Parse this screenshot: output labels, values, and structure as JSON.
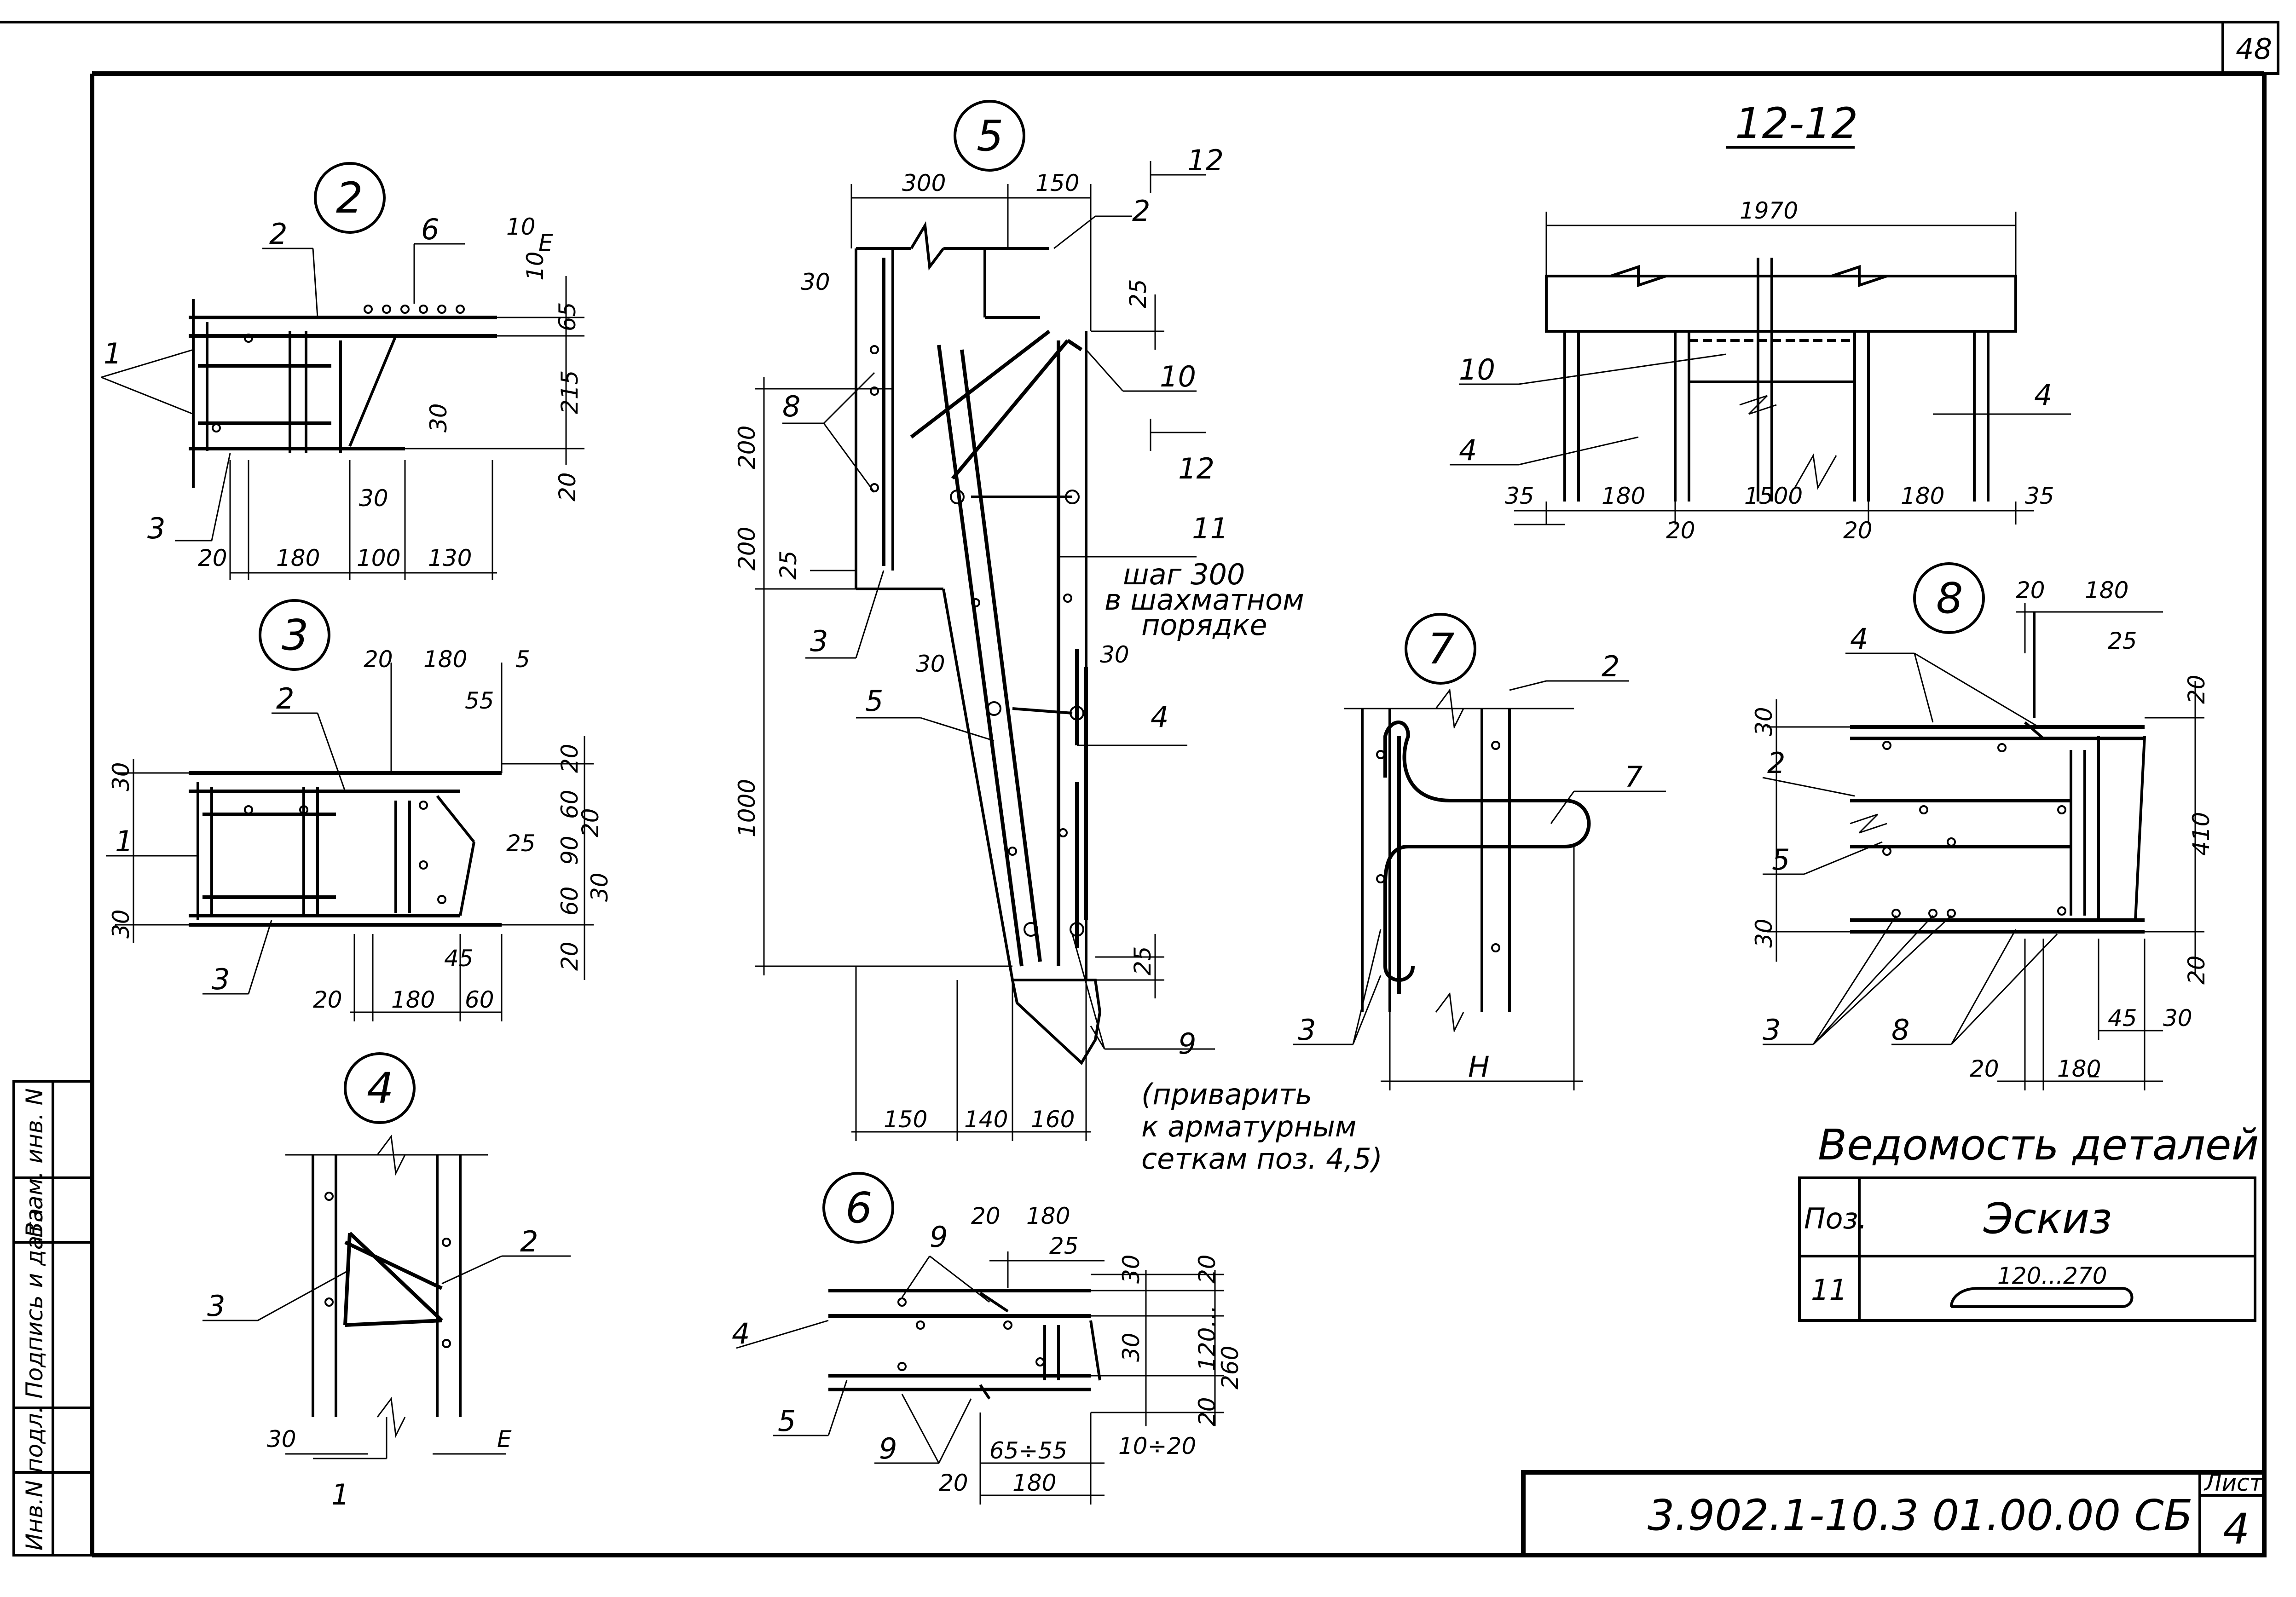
{
  "sheet": {
    "page_number_top": "48",
    "code": "3.902.1-10.3 01.00.00 СБ",
    "sheet_label": "Лист",
    "sheet_number": "4",
    "side_stamp": {
      "field1": "Инв.N подл.",
      "field2": "Подпись и дата",
      "field3": "Взам. инв. N"
    }
  },
  "details": {
    "d2": {
      "circle": "2",
      "labels": [
        "1",
        "2",
        "3",
        "6"
      ],
      "dims": [
        "10",
        "10",
        "Е",
        "65",
        "215",
        "30",
        "20",
        "30",
        "20",
        "180",
        "100",
        "130"
      ]
    },
    "d3": {
      "circle": "3",
      "labels": [
        "1",
        "2",
        "3"
      ],
      "dims": [
        "20",
        "180",
        "5",
        "55",
        "20",
        "30",
        "60",
        "20",
        "25",
        "90",
        "30",
        "60",
        "20",
        "30",
        "45",
        "20",
        "180",
        "60"
      ]
    },
    "d4": {
      "circle": "4",
      "labels": [
        "1",
        "2",
        "3"
      ],
      "dims": [
        "30",
        "Е"
      ]
    },
    "d5": {
      "circle": "5",
      "labels": [
        "2",
        "3",
        "4",
        "5",
        "8",
        "9",
        "10",
        "11"
      ],
      "section_mark": "12",
      "dims": [
        "300",
        "150",
        "30",
        "25",
        "200",
        "200",
        "25",
        "30",
        "30",
        "1000",
        "25",
        "150",
        "140",
        "160"
      ],
      "note_pitch": [
        "шаг 300",
        "в шахматном",
        "порядке"
      ],
      "note_weld": [
        "(приварить",
        "к арматурным",
        "сеткам  поз. 4,5)"
      ]
    },
    "d6": {
      "circle": "6",
      "labels": [
        "4",
        "5",
        "9",
        "9"
      ],
      "dims": [
        "20",
        "180",
        "25",
        "30",
        "20",
        "30",
        "120...",
        "260",
        "20",
        "65÷55",
        "10÷20",
        "20",
        "180"
      ]
    },
    "d7": {
      "circle": "7",
      "labels": [
        "2",
        "3",
        "7"
      ],
      "dims": [
        "Н"
      ]
    },
    "d8": {
      "circle": "8",
      "labels": [
        "2",
        "3",
        "4",
        "5",
        "8"
      ],
      "dims": [
        "20",
        "180",
        "25",
        "20",
        "30",
        "410",
        "30",
        "20",
        "45",
        "30",
        "20",
        "180"
      ]
    },
    "section": {
      "title": "12-12",
      "labels": [
        "4",
        "4",
        "10"
      ],
      "dims": [
        "1970",
        "35",
        "180",
        "20",
        "1500",
        "20",
        "180",
        "35"
      ]
    }
  },
  "schedule": {
    "title": "Ведомость деталей",
    "headers": [
      "Поз.",
      "Эскиз"
    ],
    "rows": [
      {
        "pos": "11",
        "sketch": "120...270"
      }
    ]
  }
}
